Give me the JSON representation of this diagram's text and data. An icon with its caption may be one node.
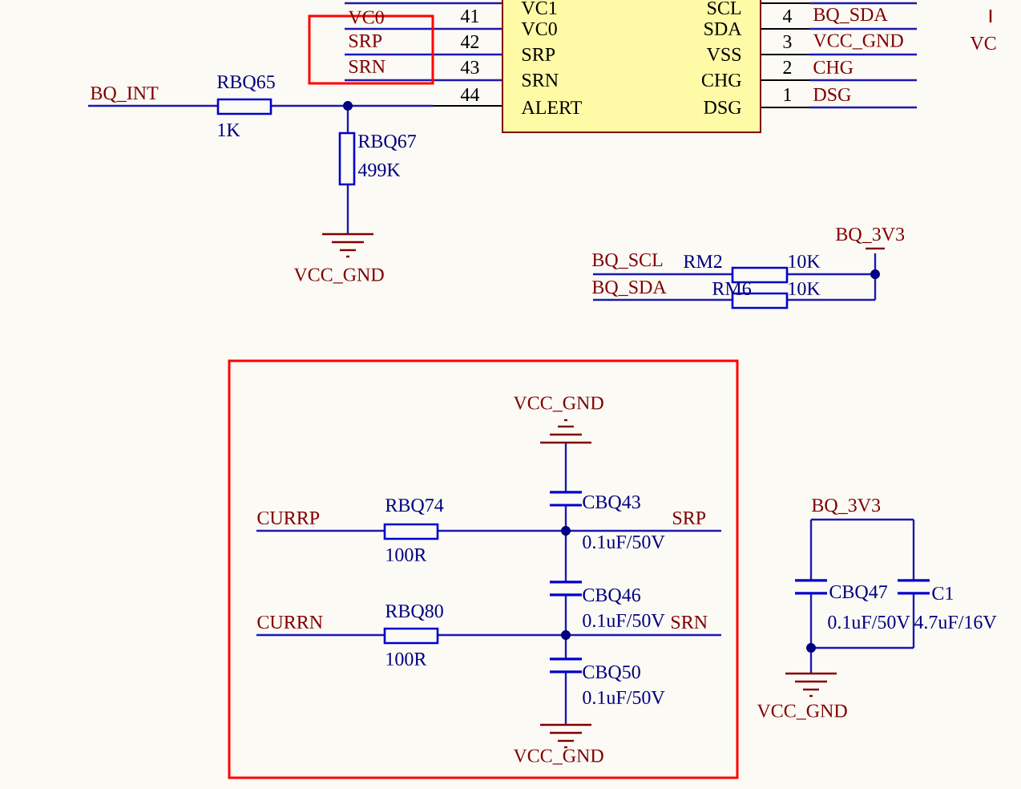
{
  "diagram": {
    "nodes": [
      {
        "text": [
          "VC1",
          "SCL",
          "VC0",
          "SDA",
          "SRP",
          "VSS",
          "SRN",
          "CHG",
          "ALERT",
          "DSG"
        ]
      }
    ],
    "labels": [
      "VC0",
      "41",
      "4",
      "BQ_SDA",
      "SRP",
      "42",
      "3",
      "VCC_GND",
      "VC",
      "SRN",
      "43",
      "2",
      "CHG",
      "BQ_INT",
      "RBQ65",
      "44",
      "1",
      "DSG",
      "1K",
      "RBQ67",
      "499K",
      "BQ_3V3",
      "VCC_GND",
      "BQ_SCL",
      "RM2",
      "10K",
      "BQ_SDA",
      "RM6",
      "10K",
      "VCC_GND",
      "CURRP",
      "RBQ74",
      "CBQ43",
      "SRP",
      "BQ_3V3",
      "100R",
      "0.1uF/50V",
      "CBQ46",
      "CBQ47",
      "C1",
      "CURRN",
      "RBQ80",
      "0.1uF/50V",
      "SRN",
      "0.1uF/50V",
      "4.7uF/16V",
      "100R",
      "CBQ50",
      "0.1uF/50V",
      "VCC_GND",
      "VCC_GND"
    ]
  }
}
